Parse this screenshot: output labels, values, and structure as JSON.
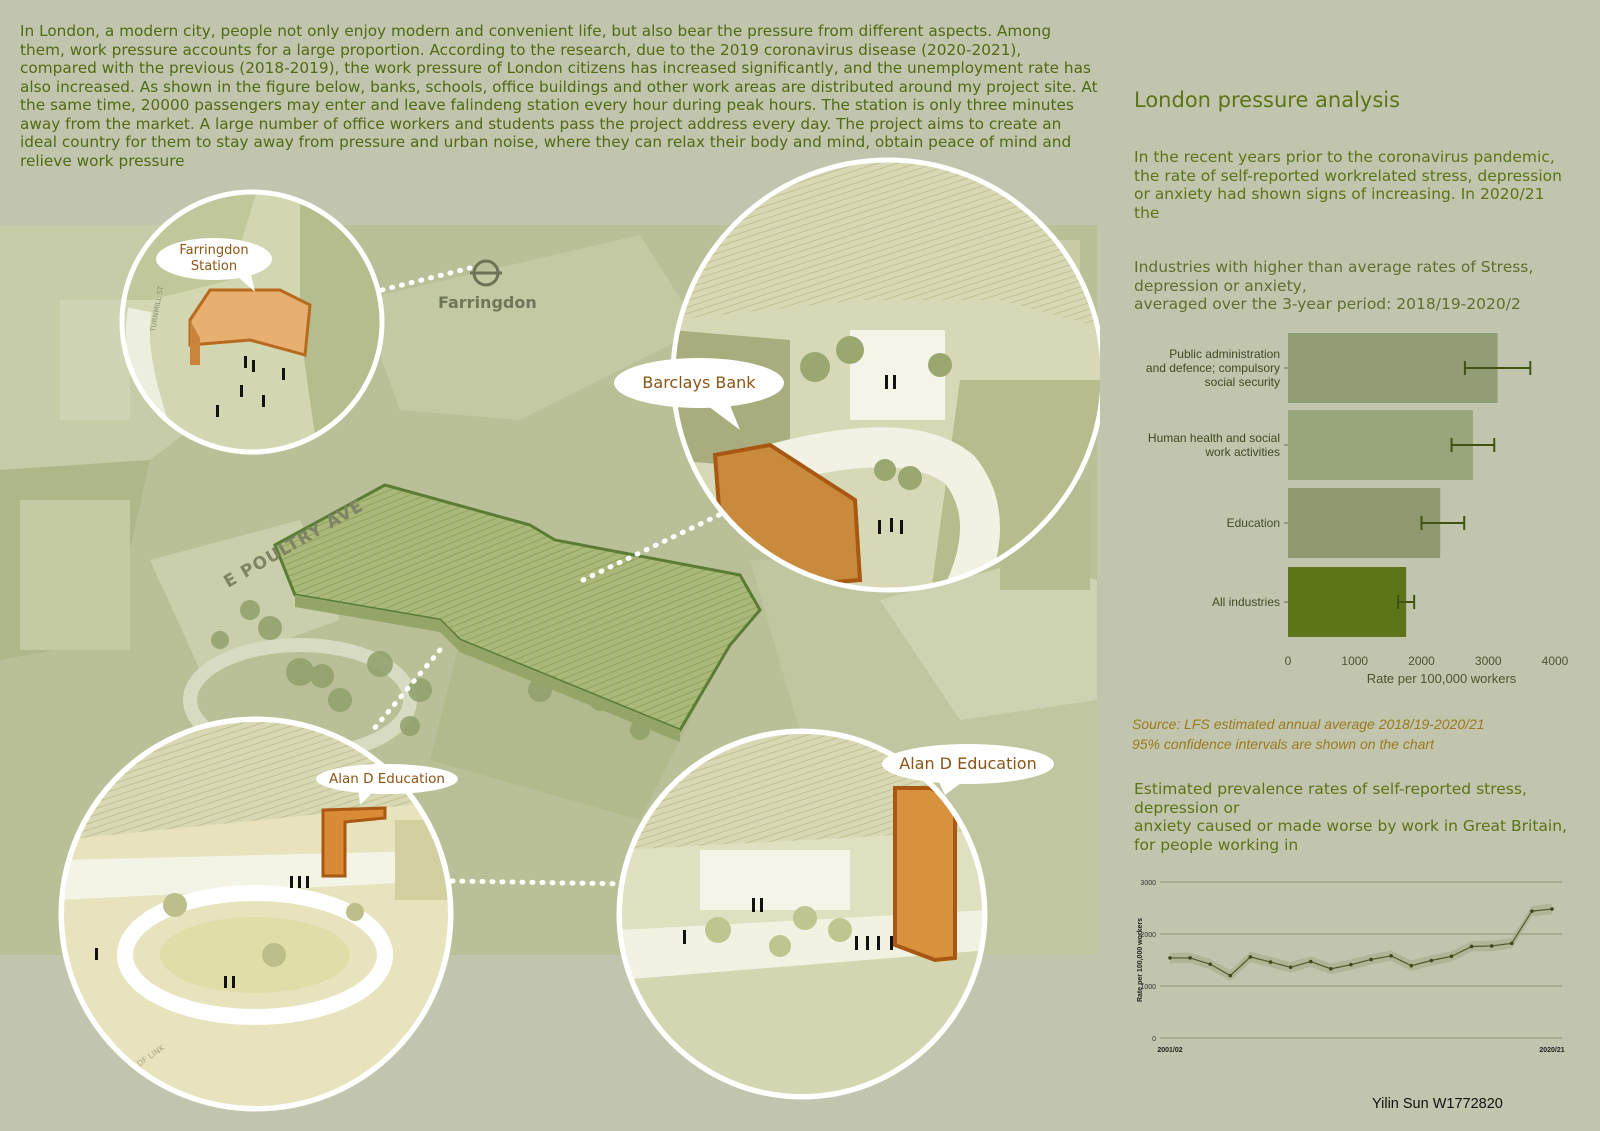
{
  "intro": {
    "text": "In London, a modern city, people not only enjoy modern and convenient life, but also bear the pressure from different aspects. Among them, work pressure accounts for a large proportion. According to the research, due to the 2019 coronavirus disease (2020-2021), compared with the previous (2018-2019), the work pressure of London citizens has increased significantly, and the unemployment rate has also increased. As shown in the figure below, banks, schools, office buildings and other work areas are distributed around my project site. At the same time, 20000 passengers may enter and leave falindeng station every hour during peak hours. The station is only three minutes away from the market. A large number of office workers and students pass the project address every day. The project aims to create an ideal country for them to stay away from pressure and urban noise, where they can relax their body and mind, obtain peace of mind and relieve work pressure"
  },
  "map": {
    "station_label": "Farringdon",
    "street_label": "E POULTRY AVE",
    "small_street_label": "TURNMILL ST",
    "link_label": "ADF LINK",
    "callouts": {
      "station_line1": "Farringdon",
      "station_line2": "Station",
      "bank": "Barclays Bank",
      "education_left": "Alan D Education",
      "education_right": "Alan D Education"
    }
  },
  "panel": {
    "title": "London pressure analysis",
    "intro": "In the recent years prior to the coronavirus pandemic, the rate of self-reported workrelated stress, depression or anxiety had shown signs of increasing. In 2020/21 the",
    "industries_line1": "Industries with higher than average rates of Stress,",
    "industries_line2": "depression or anxiety,",
    "industries_line3": "averaged over the 3-year period: 2018/19-2020/2",
    "source_line1": "Source: LFS estimated annual average 2018/19-2020/21",
    "source_line2": "95% confidence intervals are shown on the chart",
    "prevalence_line1": " Estimated prevalence rates of self-reported stress, depression or",
    "prevalence_line2": "anxiety caused or made worse by work in Great Britain,",
    "prevalence_line3": "for people working in"
  },
  "credit": "Yilin Sun W1772820",
  "colors": {
    "background": "#c2c5ae",
    "text_green": "#4f6b12",
    "bar_green": "#5d7418",
    "callout_text": "#8a5416",
    "building_orange": "#d99a4c"
  },
  "chart_data": [
    {
      "type": "bar",
      "orientation": "horizontal",
      "categories": [
        "Public administration and defence; compulsory social security",
        "Human health and social work activities",
        "Education",
        "All industries"
      ],
      "category_lines": [
        [
          "Public administration",
          "and defence; compulsory",
          "social security"
        ],
        [
          "Human health and social",
          "work activities"
        ],
        [
          "Education"
        ],
        [
          "All industries"
        ]
      ],
      "values": [
        3140,
        2770,
        2280,
        1770
      ],
      "error_low": [
        2650,
        2450,
        2000,
        1650
      ],
      "error_high": [
        3630,
        3090,
        2640,
        1890
      ],
      "xlabel": "Rate per 100,000 workers",
      "xlim": [
        0,
        4000
      ],
      "xticks": [
        0,
        1000,
        2000,
        3000,
        4000
      ],
      "grid": false
    },
    {
      "type": "line",
      "ylabel": "Rate per 100,000 workers",
      "ylim": [
        0,
        3000
      ],
      "yticks": [
        0,
        1000,
        2000,
        3000
      ],
      "x_labels": [
        "2001/02",
        "2020/21"
      ],
      "x": [
        0,
        1,
        2,
        3,
        4,
        5,
        6,
        7,
        8,
        9,
        10,
        11,
        12,
        13,
        14,
        15,
        16,
        17,
        18,
        19
      ],
      "values": [
        1540,
        1540,
        1420,
        1200,
        1560,
        1460,
        1360,
        1470,
        1330,
        1410,
        1510,
        1580,
        1390,
        1490,
        1570,
        1760,
        1770,
        1820,
        2440,
        2480
      ],
      "band_low": [
        1440,
        1440,
        1320,
        1100,
        1460,
        1360,
        1260,
        1370,
        1230,
        1310,
        1410,
        1480,
        1290,
        1390,
        1470,
        1660,
        1670,
        1720,
        2340,
        2380
      ],
      "band_high": [
        1640,
        1640,
        1520,
        1300,
        1660,
        1560,
        1460,
        1570,
        1430,
        1510,
        1610,
        1680,
        1490,
        1590,
        1670,
        1860,
        1870,
        1920,
        2540,
        2580
      ],
      "grid": true
    }
  ]
}
